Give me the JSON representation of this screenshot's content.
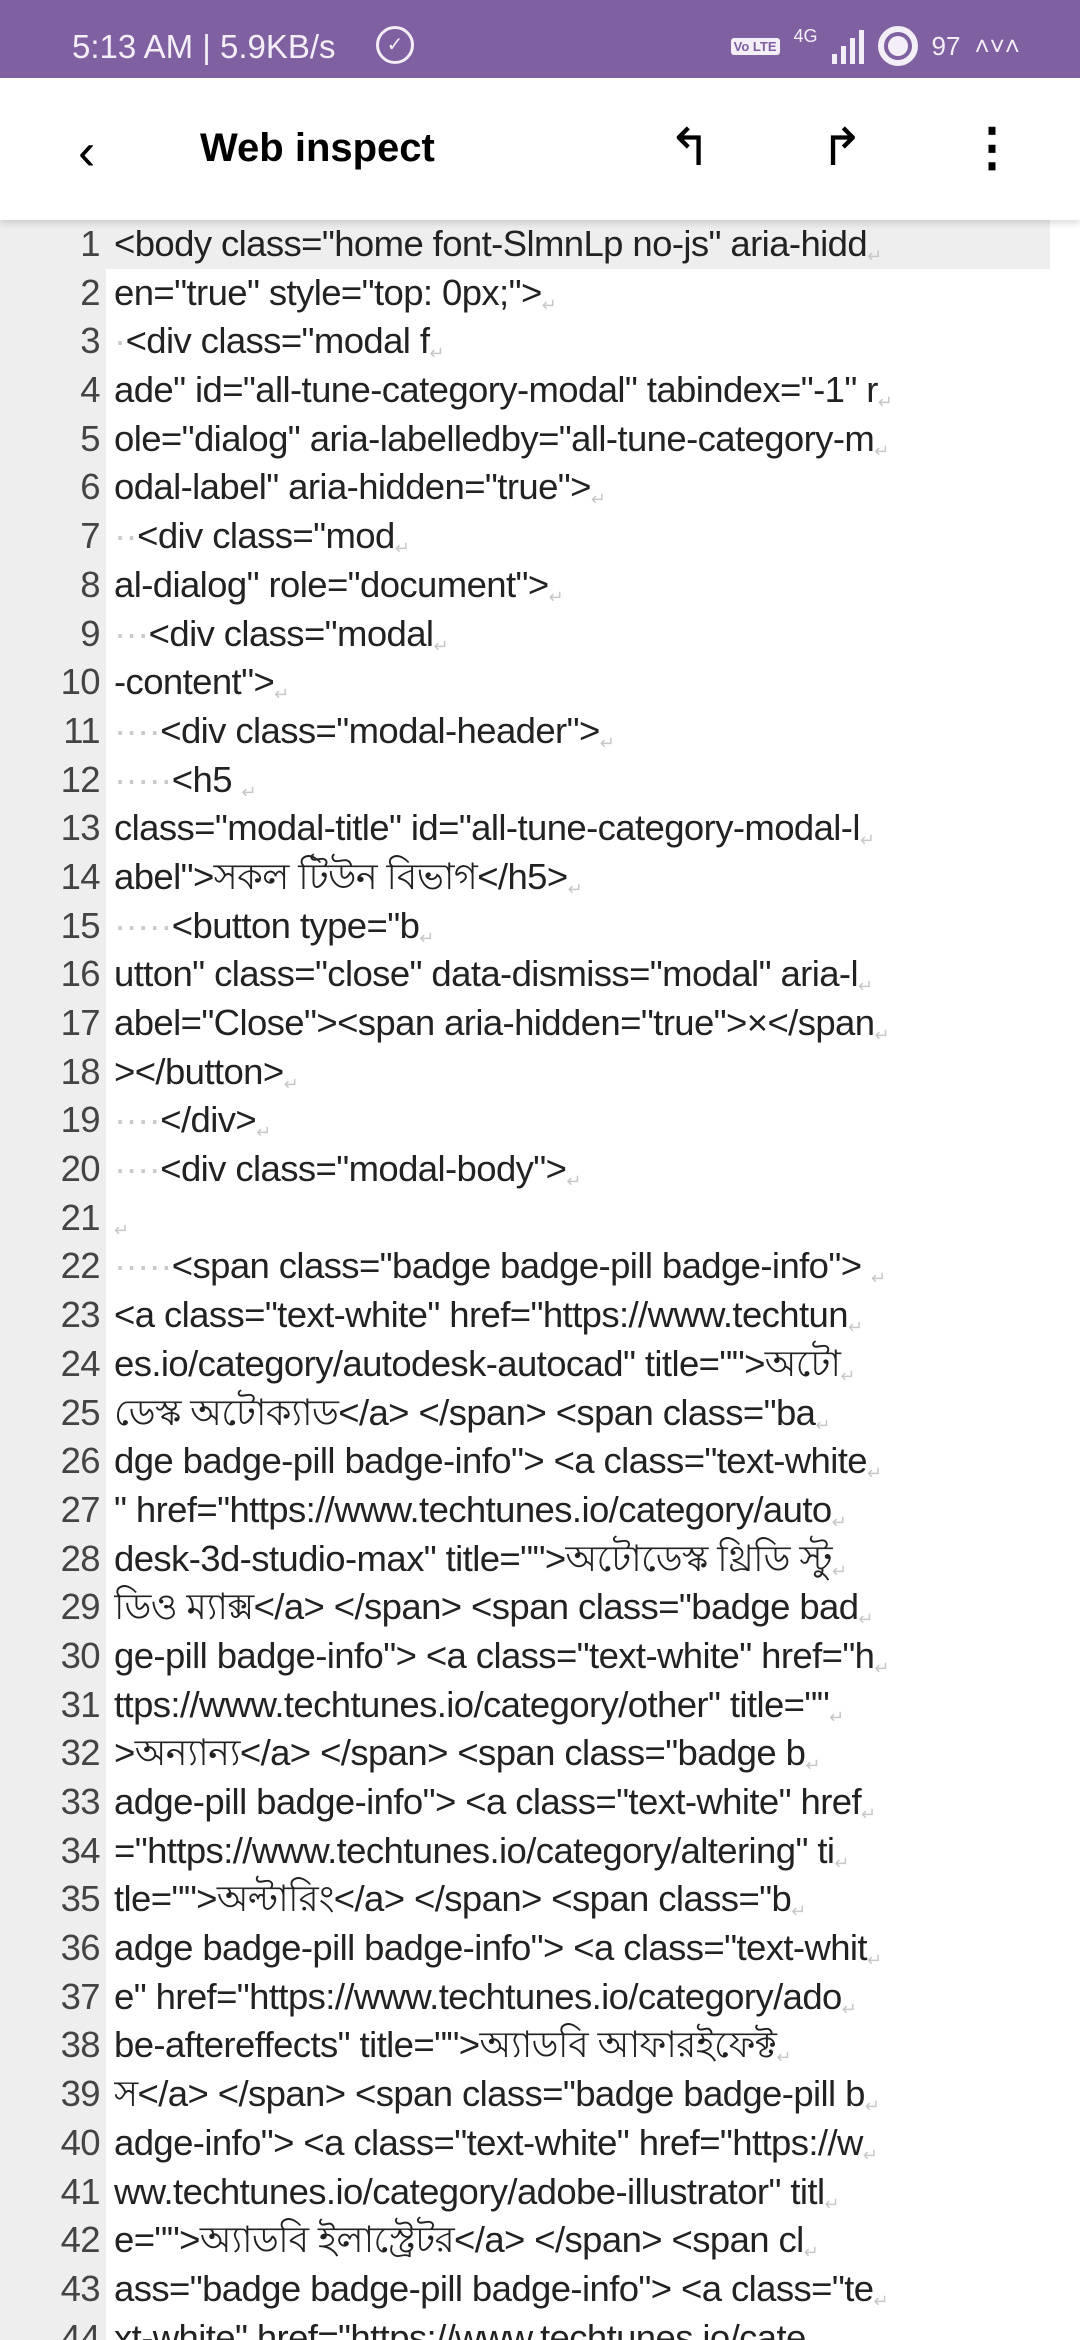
{
  "status_bar": {
    "time": "5:13 AM | 5.9KB/s",
    "network": "4G",
    "volte": "Vo LTE",
    "battery": "97",
    "colors": {
      "bg": "#7f60a0"
    }
  },
  "toolbar": {
    "title": "Web inspect",
    "back_icon": "chevron-left-icon",
    "undo_icon": "undo-icon",
    "redo_icon": "redo-icon",
    "menu_icon": "more-vert-icon"
  },
  "editor": {
    "current_line": 1,
    "lines": [
      {
        "n": "1",
        "indent": 0,
        "text": "<body class=\"home font-SlmnLp no-js\" aria-hidd"
      },
      {
        "n": "2",
        "indent": 0,
        "text": "en=\"true\" style=\"top: 0px;\">"
      },
      {
        "n": "3",
        "indent": 1,
        "text": "<div class=\"modal f"
      },
      {
        "n": "4",
        "indent": 0,
        "text": "ade\" id=\"all-tune-category-modal\" tabindex=\"-1\" r"
      },
      {
        "n": "5",
        "indent": 0,
        "text": "ole=\"dialog\" aria-labelledby=\"all-tune-category-m"
      },
      {
        "n": "6",
        "indent": 0,
        "text": "odal-label\" aria-hidden=\"true\">"
      },
      {
        "n": "7",
        "indent": 2,
        "text": "<div class=\"mod"
      },
      {
        "n": "8",
        "indent": 0,
        "text": "al-dialog\" role=\"document\">"
      },
      {
        "n": "9",
        "indent": 3,
        "text": "<div class=\"modal"
      },
      {
        "n": "10",
        "indent": 0,
        "text": "-content\">"
      },
      {
        "n": "11",
        "indent": 4,
        "text": "<div class=\"modal-header\">"
      },
      {
        "n": "12",
        "indent": 5,
        "text": "<h5 "
      },
      {
        "n": "13",
        "indent": 0,
        "text": "class=\"modal-title\" id=\"all-tune-category-modal-l"
      },
      {
        "n": "14",
        "indent": 0,
        "text": "abel\">সকল টিউন বিভাগ</h5>"
      },
      {
        "n": "15",
        "indent": 5,
        "text": "<button type=\"b"
      },
      {
        "n": "16",
        "indent": 0,
        "text": "utton\" class=\"close\" data-dismiss=\"modal\" aria-l"
      },
      {
        "n": "17",
        "indent": 0,
        "text": "abel=\"Close\"><span aria-hidden=\"true\">×</span"
      },
      {
        "n": "18",
        "indent": 0,
        "text": "></button>"
      },
      {
        "n": "19",
        "indent": 4,
        "text": "</div>"
      },
      {
        "n": "20",
        "indent": 4,
        "text": "<div class=\"modal-body\">"
      },
      {
        "n": "21",
        "indent": 0,
        "text": ""
      },
      {
        "n": "22",
        "indent": 5,
        "text": "<span class=\"badge badge-pill badge-info\"> "
      },
      {
        "n": "23",
        "indent": 0,
        "text": "<a class=\"text-white\" href=\"https://www.techtun"
      },
      {
        "n": "24",
        "indent": 0,
        "text": "es.io/category/autodesk-autocad\" title=\"\">অটো"
      },
      {
        "n": "25",
        "indent": 0,
        "text": "ডেস্ক অটোক্যাড</a> </span> <span class=\"ba"
      },
      {
        "n": "26",
        "indent": 0,
        "text": "dge badge-pill badge-info\"> <a class=\"text-white"
      },
      {
        "n": "27",
        "indent": 0,
        "text": "\" href=\"https://www.techtunes.io/category/auto"
      },
      {
        "n": "28",
        "indent": 0,
        "text": "desk-3d-studio-max\" title=\"\">অটোডেস্ক থ্রিডি স্টু"
      },
      {
        "n": "29",
        "indent": 0,
        "text": "ডিও ম্যাক্স</a> </span> <span class=\"badge bad"
      },
      {
        "n": "30",
        "indent": 0,
        "text": "ge-pill badge-info\"> <a class=\"text-white\" href=\"h"
      },
      {
        "n": "31",
        "indent": 0,
        "text": "ttps://www.techtunes.io/category/other\" title=\"\""
      },
      {
        "n": "32",
        "indent": 0,
        "text": ">অন্যান্য</a> </span> <span class=\"badge b"
      },
      {
        "n": "33",
        "indent": 0,
        "text": "adge-pill badge-info\"> <a class=\"text-white\" href"
      },
      {
        "n": "34",
        "indent": 0,
        "text": "=\"https://www.techtunes.io/category/altering\" ti"
      },
      {
        "n": "35",
        "indent": 0,
        "text": "tle=\"\">অল্টারিং</a> </span> <span class=\"b"
      },
      {
        "n": "36",
        "indent": 0,
        "text": "adge badge-pill badge-info\"> <a class=\"text-whit"
      },
      {
        "n": "37",
        "indent": 0,
        "text": "e\" href=\"https://www.techtunes.io/category/ado"
      },
      {
        "n": "38",
        "indent": 0,
        "text": "be-aftereffects\" title=\"\">অ্যাডবি আফারইফেক্ট"
      },
      {
        "n": "39",
        "indent": 0,
        "text": "স</a> </span> <span class=\"badge badge-pill b"
      },
      {
        "n": "40",
        "indent": 0,
        "text": "adge-info\"> <a class=\"text-white\" href=\"https://w"
      },
      {
        "n": "41",
        "indent": 0,
        "text": "ww.techtunes.io/category/adobe-illustrator\" titl"
      },
      {
        "n": "42",
        "indent": 0,
        "text": "e=\"\">অ্যাডবি ইলাস্ট্রেটর</a> </span> <span cl"
      },
      {
        "n": "43",
        "indent": 0,
        "text": "ass=\"badge badge-pill badge-info\"> <a class=\"te"
      },
      {
        "n": "44",
        "indent": 0,
        "text": "xt-white\" href=\"https://www.techtunes.io/cate"
      }
    ]
  }
}
